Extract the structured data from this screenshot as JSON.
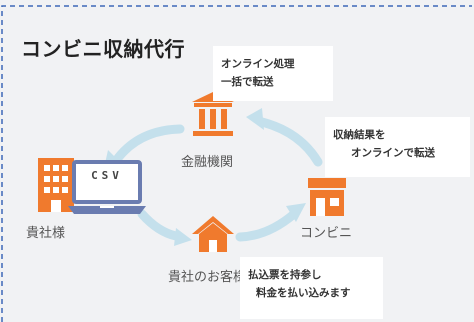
{
  "title": "コンビニ収納代行",
  "nodes": {
    "bank": "金融機関",
    "company": "貴社様",
    "store": "コンビニ",
    "customer": "貴社のお客様"
  },
  "screen_text": "CSV",
  "notes": {
    "top": [
      "オンライン処理",
      "一括で転送"
    ],
    "right": [
      "収納結果を",
      "オンラインで転送"
    ],
    "bottom": [
      "払込票を持参し",
      "料金を払い込みます"
    ]
  },
  "colors": {
    "background": "#f1f2f4",
    "border_dash": "#3d68b8",
    "arrow": "#c4e0ec",
    "icon_orange": "#f07a2d",
    "note_bg": "#ffffff"
  }
}
